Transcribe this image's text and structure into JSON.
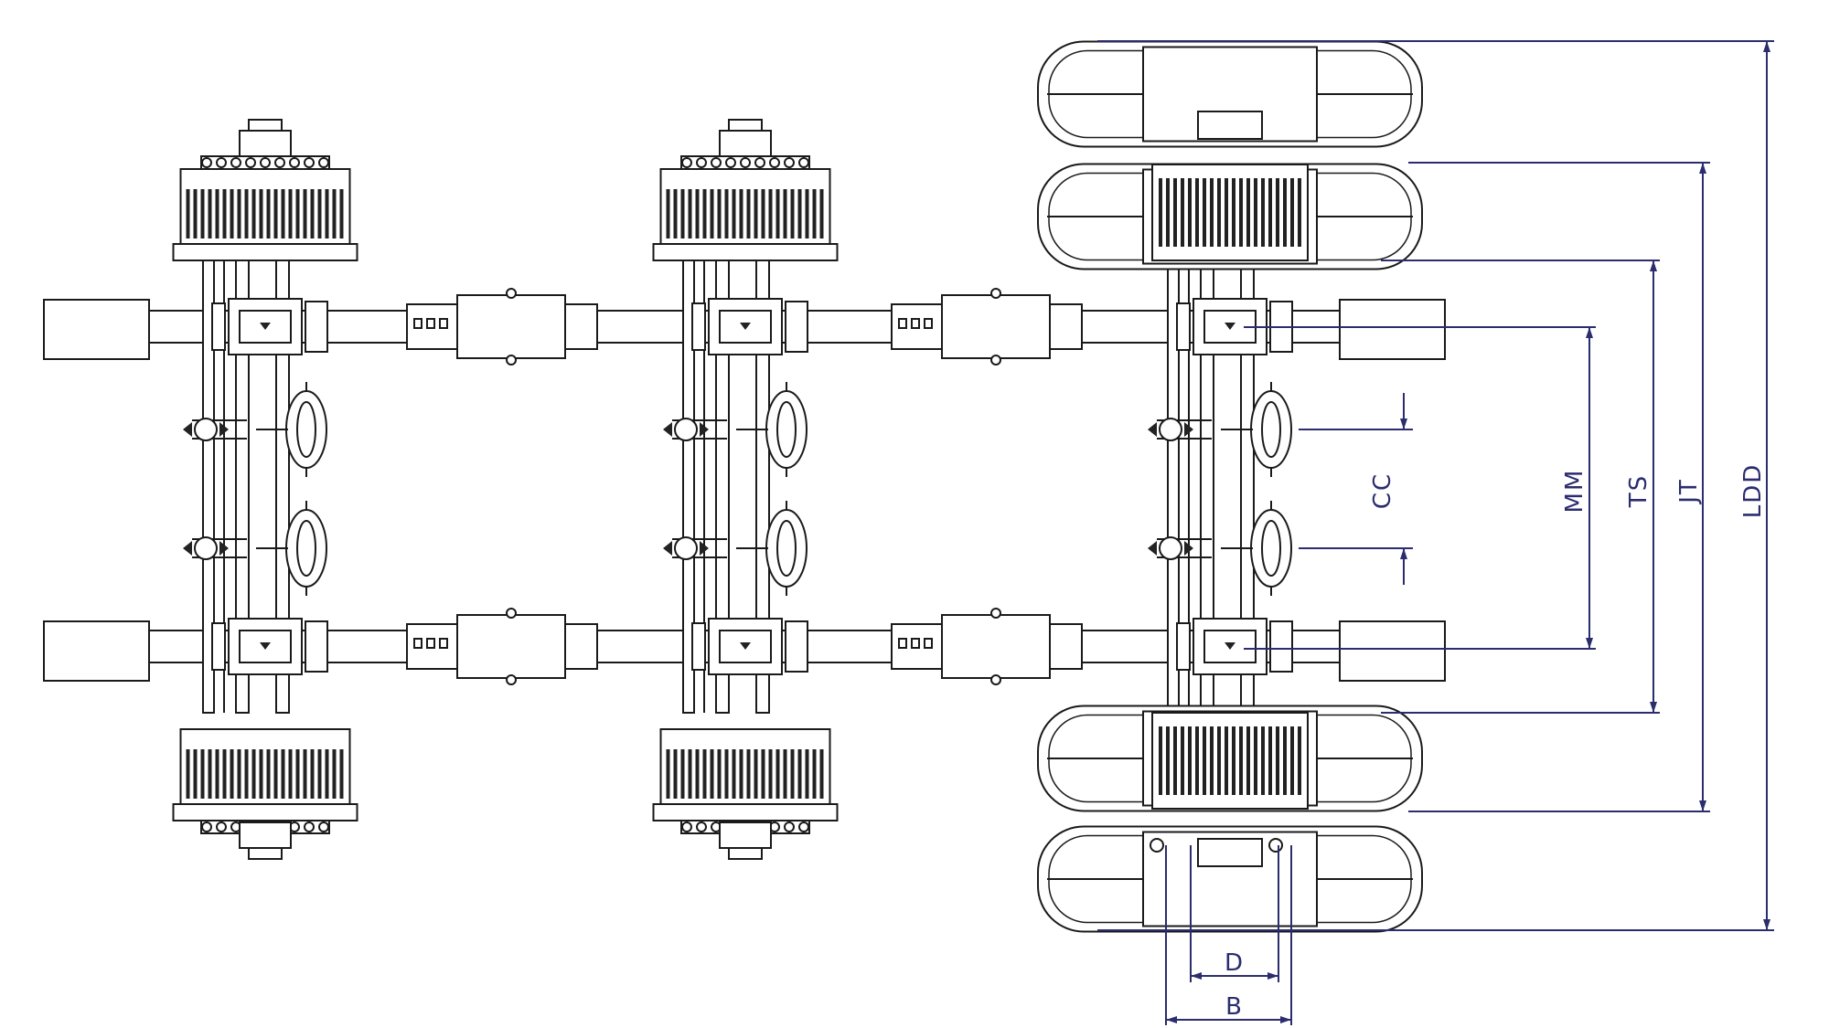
{
  "diagram": {
    "colors": {
      "line": "#1a1a1a",
      "dimension": "#2b2d6e",
      "fill_dark": "#222222",
      "background": "#ffffff"
    },
    "axles": [
      {
        "id": "axle-1",
        "wheel_type": "brake-drum-hub"
      },
      {
        "id": "axle-2",
        "wheel_type": "brake-drum-hub"
      },
      {
        "id": "axle-3",
        "wheel_type": "dual-tyres"
      }
    ],
    "dimensions": {
      "cc": "CC",
      "mm": "MM",
      "ts": "TS",
      "jt": "JT",
      "ldd": "LDD",
      "d": "D",
      "b": "B"
    }
  }
}
